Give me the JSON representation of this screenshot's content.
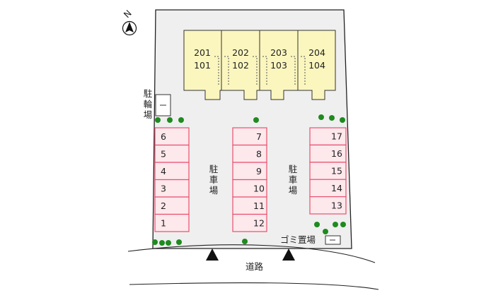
{
  "units": [
    {
      "upper": "201",
      "lower": "101"
    },
    {
      "upper": "202",
      "lower": "102"
    },
    {
      "upper": "203",
      "lower": "103"
    },
    {
      "upper": "204",
      "lower": "104"
    }
  ],
  "parking": {
    "left": [
      "6",
      "5",
      "4",
      "3",
      "2",
      "1"
    ],
    "center": [
      "7",
      "8",
      "9",
      "10",
      "11",
      "12"
    ],
    "right": [
      "17",
      "16",
      "15",
      "14",
      "13"
    ]
  },
  "labels": {
    "parking_area": "駐車場",
    "bicycle_parking": "駐輪場",
    "garbage": "ゴミ置場",
    "road": "道路",
    "north": "N"
  },
  "colors": {
    "lot": "#efefef",
    "building": "#fbf6be",
    "parking_fill": "#fde8ec",
    "parking_border": "#e8506e",
    "tree": "#1f8a1f"
  }
}
